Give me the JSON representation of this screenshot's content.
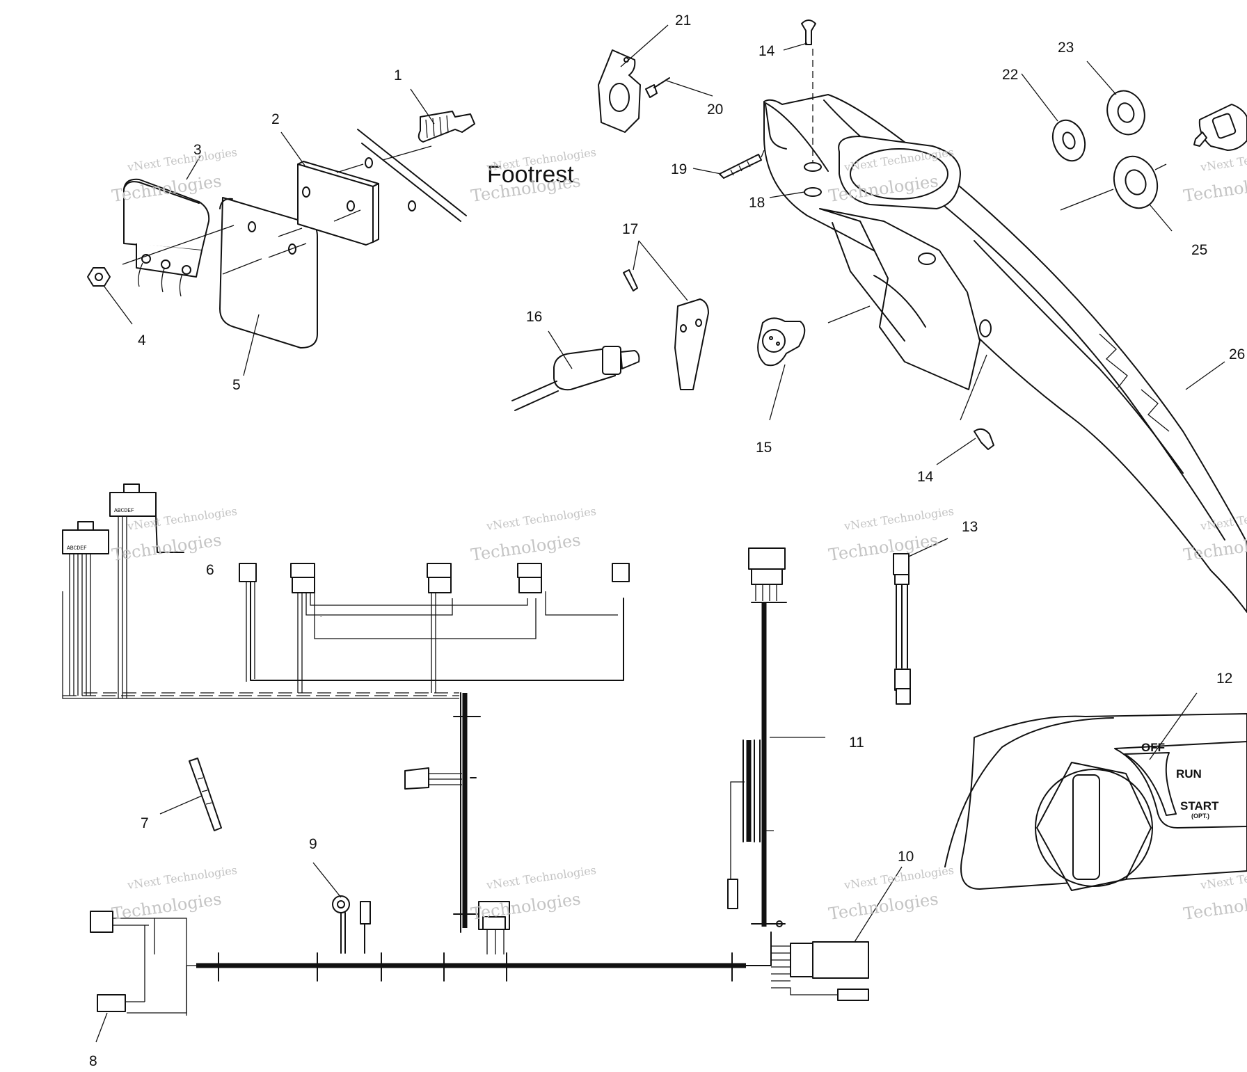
{
  "diagram": {
    "label_footrest": "Footrest",
    "switch_positions": {
      "off": "OFF",
      "run": "RUN",
      "start": "START",
      "start_note": "(OPT.)"
    },
    "connector_pins_a": "ABCDEF",
    "connector_pins_b": "ABCDEF",
    "watermark_line1": "vNext Technologies",
    "watermark_line2": "Technologies",
    "callouts": [
      {
        "id": "1",
        "text": "1"
      },
      {
        "id": "2",
        "text": "2"
      },
      {
        "id": "3",
        "text": "3"
      },
      {
        "id": "4",
        "text": "4"
      },
      {
        "id": "5",
        "text": "5"
      },
      {
        "id": "6",
        "text": "6"
      },
      {
        "id": "7",
        "text": "7"
      },
      {
        "id": "8",
        "text": "8"
      },
      {
        "id": "9",
        "text": "9"
      },
      {
        "id": "10",
        "text": "10"
      },
      {
        "id": "11",
        "text": "11"
      },
      {
        "id": "12",
        "text": "12"
      },
      {
        "id": "13",
        "text": "13"
      },
      {
        "id": "14a",
        "text": "14"
      },
      {
        "id": "14b",
        "text": "14"
      },
      {
        "id": "15",
        "text": "15"
      },
      {
        "id": "16",
        "text": "16"
      },
      {
        "id": "17",
        "text": "17"
      },
      {
        "id": "18",
        "text": "18"
      },
      {
        "id": "19",
        "text": "19"
      },
      {
        "id": "20",
        "text": "20"
      },
      {
        "id": "21",
        "text": "21"
      },
      {
        "id": "22",
        "text": "22"
      },
      {
        "id": "23",
        "text": "23"
      },
      {
        "id": "25",
        "text": "25"
      },
      {
        "id": "26",
        "text": "26"
      }
    ]
  }
}
